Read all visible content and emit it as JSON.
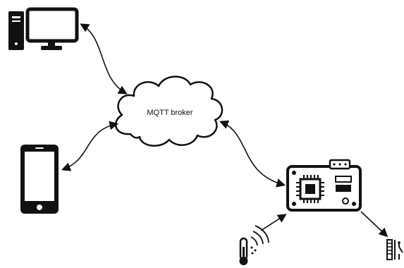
{
  "diagram": {
    "broker": {
      "label": "MQTT broker",
      "icon": "cloud-icon"
    },
    "nodes": [
      {
        "id": "desktop",
        "icon": "desktop-computer-icon"
      },
      {
        "id": "phone",
        "icon": "smartphone-icon"
      },
      {
        "id": "board",
        "icon": "microcontroller-board-icon"
      },
      {
        "id": "sensor",
        "icon": "temperature-sensor-icon"
      },
      {
        "id": "actuator",
        "icon": "relay-actuator-icon"
      }
    ],
    "links": [
      {
        "from": "desktop",
        "to": "broker",
        "direction": "both"
      },
      {
        "from": "phone",
        "to": "broker",
        "direction": "both"
      },
      {
        "from": "board",
        "to": "broker",
        "direction": "both"
      },
      {
        "from": "sensor",
        "to": "board",
        "direction": "one-way"
      },
      {
        "from": "board",
        "to": "actuator",
        "direction": "one-way"
      }
    ]
  }
}
